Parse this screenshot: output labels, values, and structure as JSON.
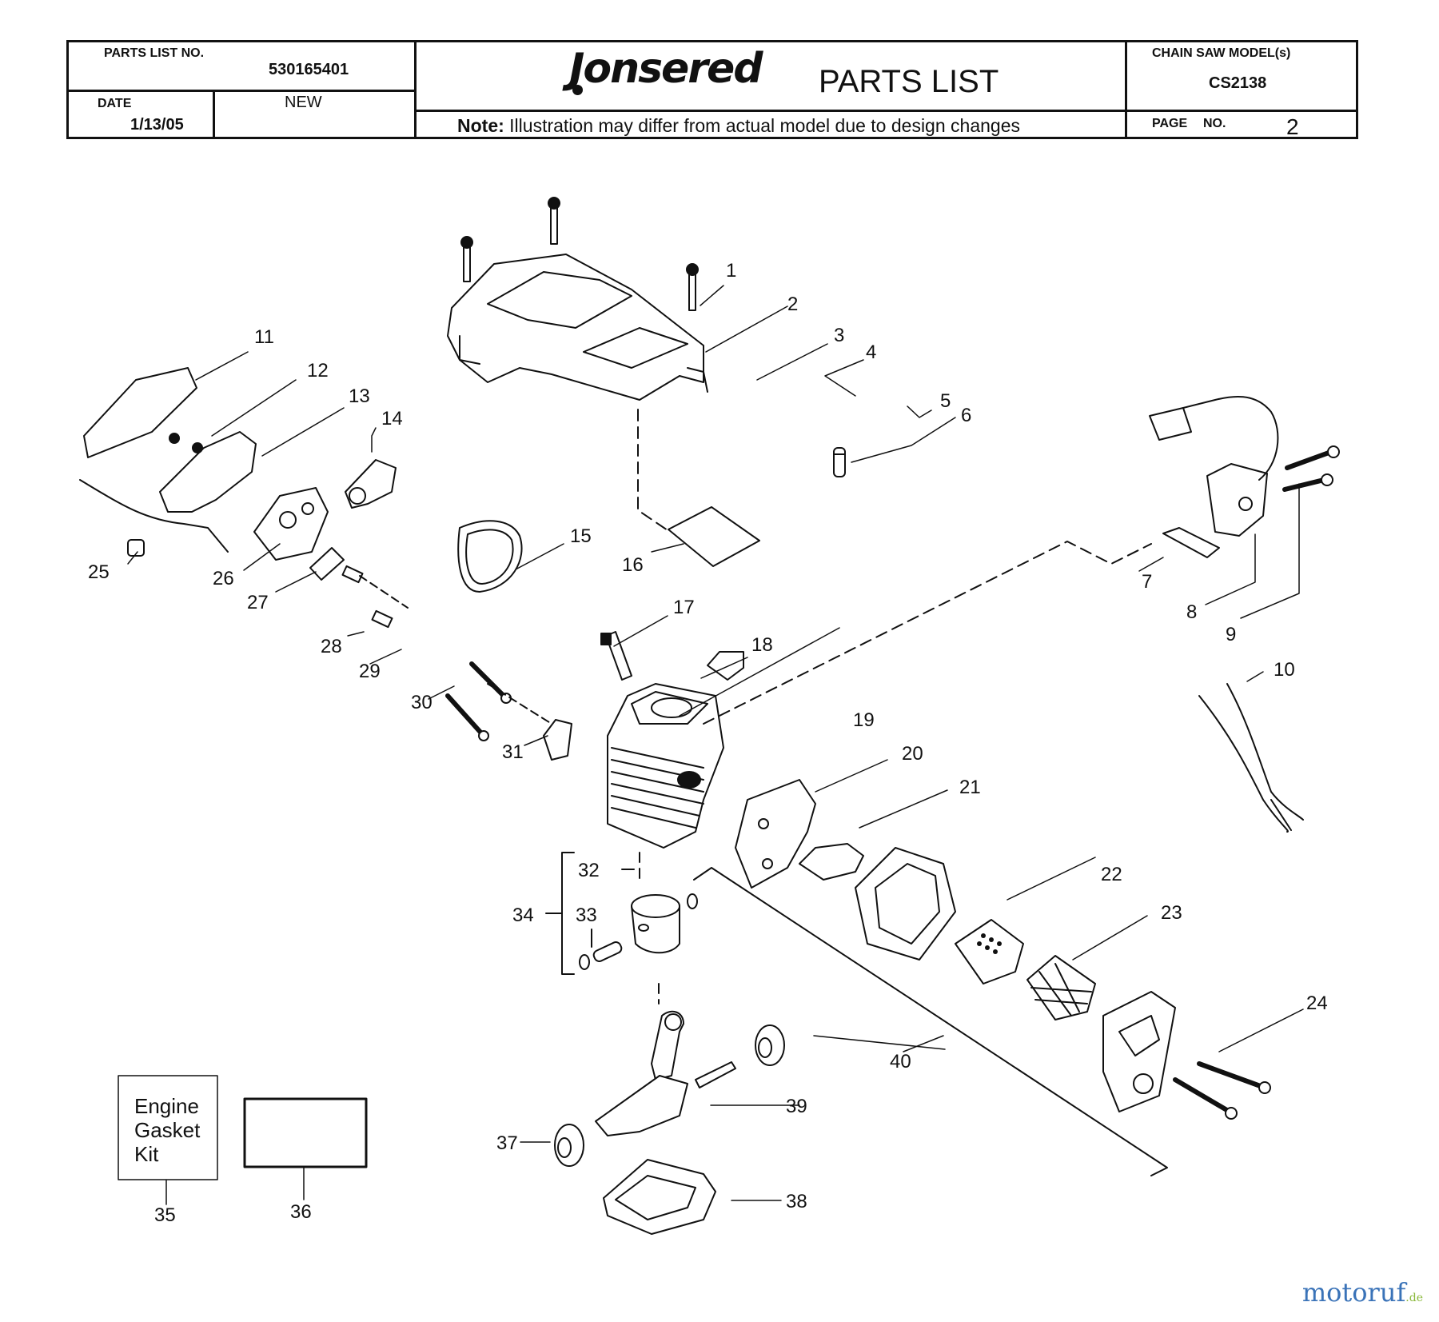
{
  "header": {
    "parts_list_no_label": "PARTS LIST NO.",
    "parts_list_no": "530165401",
    "date_label": "DATE",
    "date": "1/13/05",
    "status": "NEW",
    "brand": "Jonsered",
    "title": "PARTS LIST",
    "note_bold": "Note:",
    "note": "Illustration may differ from actual model due to design changes",
    "model_label": "CHAIN SAW MODEL(s)",
    "model": "CS2138",
    "page_label": "PAGE",
    "page_no_label": "NO.",
    "page": "2"
  },
  "diagram": {
    "callouts": [
      "1",
      "2",
      "3",
      "4",
      "5",
      "6",
      "7",
      "8",
      "9",
      "10",
      "11",
      "12",
      "13",
      "14",
      "15",
      "16",
      "17",
      "18",
      "19",
      "20",
      "21",
      "22",
      "23",
      "24",
      "25",
      "26",
      "27",
      "28",
      "29",
      "30",
      "31",
      "32",
      "33",
      "34",
      "35",
      "36",
      "37",
      "38",
      "39",
      "40"
    ],
    "kit_label_lines": [
      "Engine",
      "Gasket",
      "Kit"
    ]
  },
  "watermark": {
    "prefix": "motoruf",
    "suffix": ".de"
  }
}
